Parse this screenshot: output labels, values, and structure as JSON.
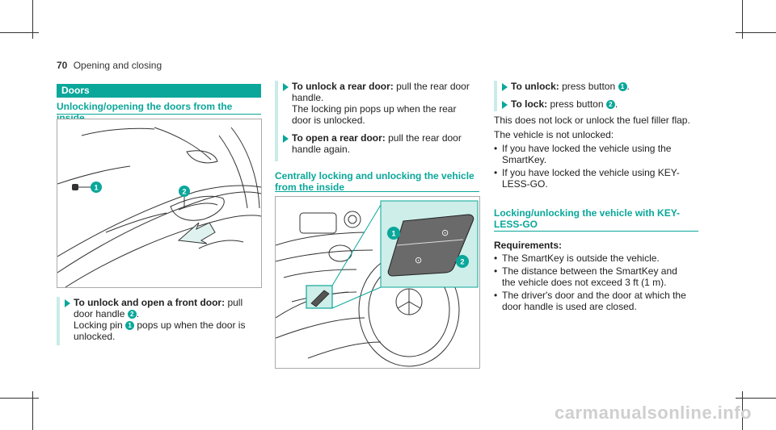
{
  "header": {
    "page_number": "70",
    "section_title": "Opening and closing"
  },
  "col1": {
    "section": "Doors",
    "subheading": "Unlocking/opening the doors from the inside",
    "callouts": [
      "1",
      "2"
    ],
    "step": {
      "bold": "To unlock and open a front door:",
      "t1": " pull door handle ",
      "badge_a": "2",
      "t2": ".",
      "t3": "Locking pin ",
      "badge_b": "1",
      "t4": " pops up when the door is unlocked."
    }
  },
  "col2": {
    "step1": {
      "bold": "To unlock a rear door:",
      "t1": " pull the rear door handle.",
      "t2": "The locking pin pops up when the rear door is unlocked."
    },
    "step2": {
      "bold": "To open a rear door:",
      "t1": " pull the rear door handle again."
    },
    "subheading": "Centrally locking and unlocking the vehicle from the inside",
    "callouts": [
      "1",
      "2"
    ]
  },
  "col3": {
    "step1": {
      "bold": "To unlock:",
      "t1": " press button ",
      "badge": "1",
      "t2": "."
    },
    "step2": {
      "bold": "To lock:",
      "t1": " press button ",
      "badge": "2",
      "t2": "."
    },
    "p1": "This does not lock or unlock the fuel filler flap.",
    "p2": "The vehicle is not unlocked:",
    "list1": [
      "If you have locked the vehicle using the SmartKey.",
      "If you have locked the vehicle using KEY-LESS-GO."
    ],
    "subheading": "Locking/unlocking the vehicle with KEY-LESS-GO",
    "req_label": "Requirements:",
    "list2": [
      "The SmartKey is outside the vehicle.",
      "The distance between the SmartKey and the vehicle does not exceed 3 ft (1 m).",
      "The driver's door and the door at which the door handle is used are closed."
    ]
  },
  "watermark": "carmanualsonline.info",
  "colors": {
    "accent": "#0aa79a",
    "callout_fill": "#cdeee9"
  }
}
